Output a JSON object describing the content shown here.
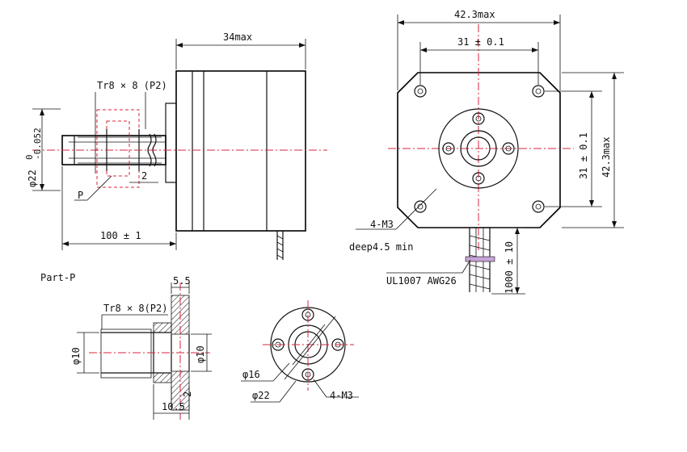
{
  "side_view": {
    "length_label": "34max",
    "thread_label": "Tr8 × 8 (P2)",
    "shaft_dia_label": "φ22",
    "shaft_dia_tol_upper": "0",
    "shaft_dia_tol_lower": "-0.052",
    "gap_label": "2",
    "part_ref": "P",
    "shaft_length_label": "100 ± 1"
  },
  "front_view": {
    "width_label": "42.3max",
    "hole_spacing_h": "31 ± 0.1",
    "hole_spacing_v": "31 ± 0.1",
    "height_label": "42.3max",
    "holes_label_1": "4-M3",
    "holes_label_2": "deep4.5 min",
    "cable_label": "UL1007 AWG26",
    "cable_length_label": "1000 ± 10"
  },
  "part_p": {
    "title": "Part-P",
    "flange_label": "5.5",
    "thread_label": "Tr8 × 8(P2)",
    "dia_left": "φ10",
    "dia_right": "φ10",
    "gap_label": "2",
    "length_label": "10.5",
    "inner_dia": "φ16",
    "outer_dia": "φ22",
    "holes": "4-M3"
  },
  "colors": {
    "line": "#111111",
    "centerline": "#d8243c",
    "background": "#ffffff"
  }
}
